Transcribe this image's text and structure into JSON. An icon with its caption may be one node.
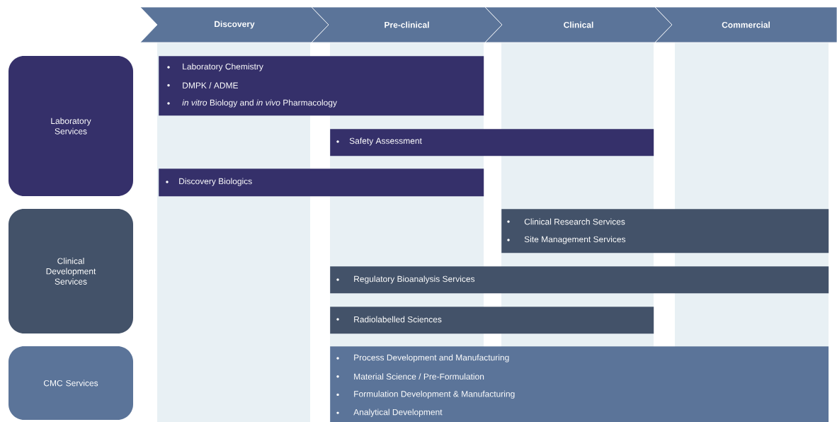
{
  "diagram": {
    "nodes": [
      {
        "text": [
          "Discovery"
        ]
      },
      {
        "text": [
          "Pre-clinical"
        ]
      },
      {
        "text": [
          "Clinical"
        ]
      },
      {
        "text": [
          "Commercial"
        ]
      },
      {
        "text": [
          "Laboratory Services"
        ]
      },
      {
        "text": [
          "Clinical Development Services"
        ]
      },
      {
        "text": [
          "CMC Services"
        ]
      },
      {
        "text": [
          "Laboratory Chemistry",
          "DMPK / ADME",
          "*in vitro* Biology and *in vivo* Pharmacology"
        ]
      },
      {
        "text": [
          "Safety Assessment"
        ]
      },
      {
        "text": [
          "Discovery Biologics"
        ]
      },
      {
        "text": [
          "Clinical Research Services",
          "Site Management Services"
        ]
      },
      {
        "text": [
          "Regulatory Bioanalysis Services"
        ]
      },
      {
        "text": [
          "Radiolabelled Sciences"
        ]
      },
      {
        "text": [
          "Process Development and Manufacturing",
          "Material Science / Pre-Formulation",
          "Formulation Development & Manufacturing",
          "Analytical Development"
        ]
      }
    ]
  }
}
